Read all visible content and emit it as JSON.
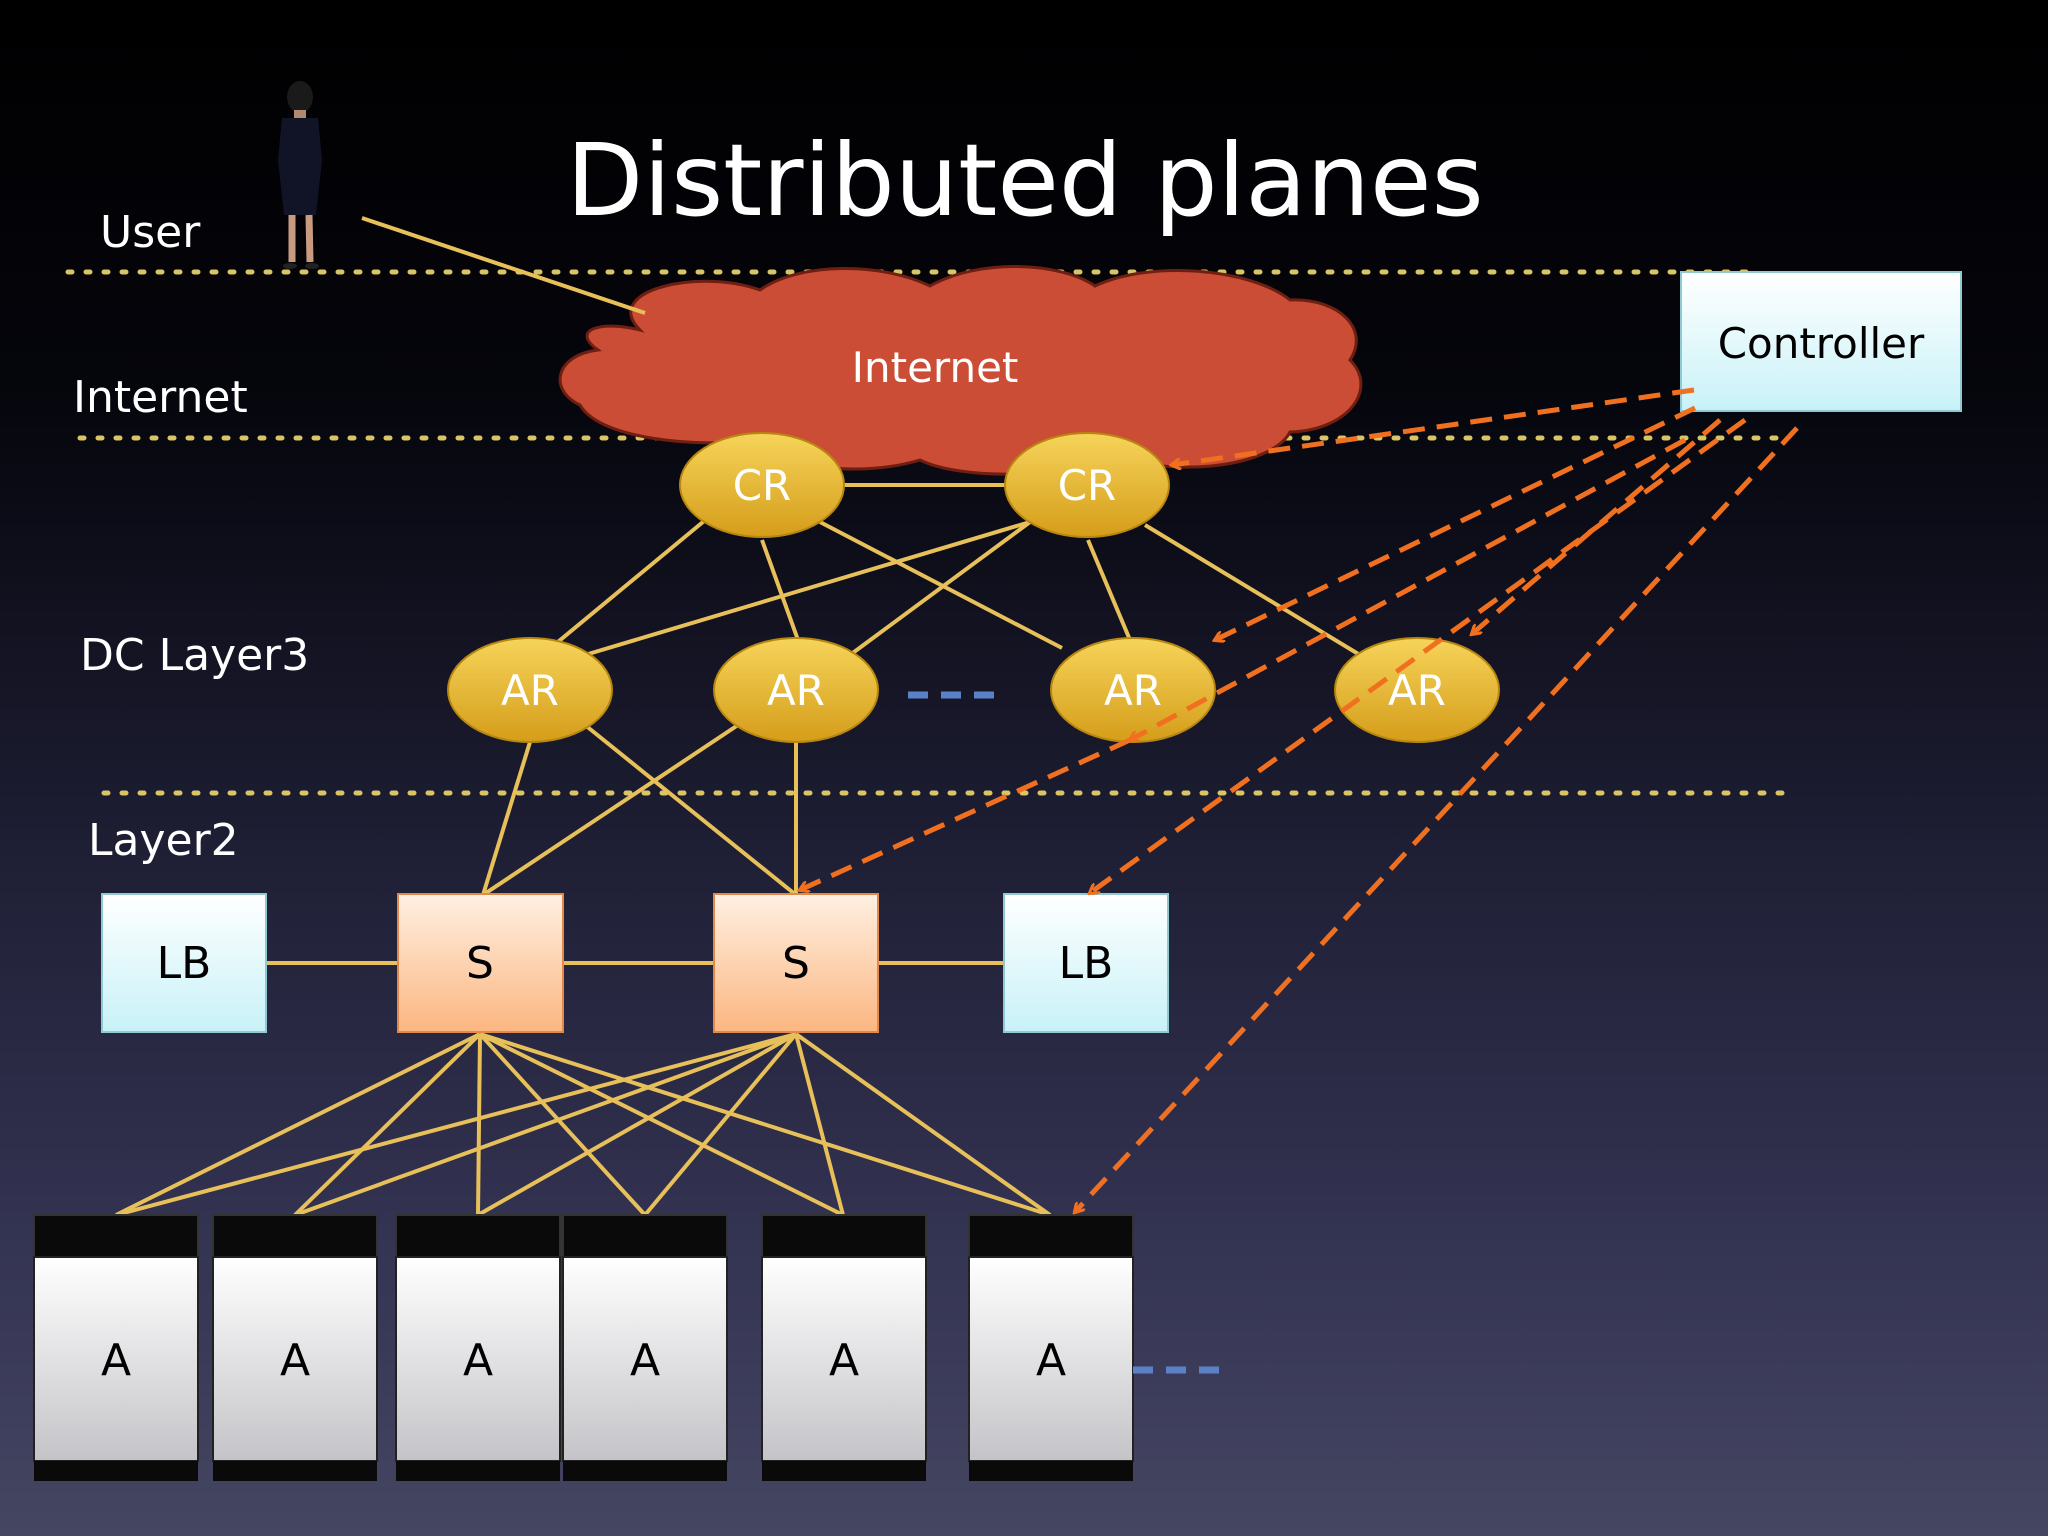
{
  "title": "Distributed planes",
  "layers": {
    "user": "User",
    "internet": "Internet",
    "dc_layer3": "DC Layer3",
    "layer2": "Layer2"
  },
  "cloud": {
    "label": "Internet"
  },
  "controller": {
    "label": "Controller"
  },
  "core_routers": [
    {
      "label": "CR"
    },
    {
      "label": "CR"
    }
  ],
  "access_routers": [
    {
      "label": "AR"
    },
    {
      "label": "AR"
    },
    {
      "label": "AR"
    },
    {
      "label": "AR"
    }
  ],
  "layer2_nodes": [
    {
      "label": "LB",
      "kind": "load-balancer"
    },
    {
      "label": "S",
      "kind": "switch"
    },
    {
      "label": "S",
      "kind": "switch"
    },
    {
      "label": "LB",
      "kind": "load-balancer"
    }
  ],
  "servers": [
    {
      "label": "A"
    },
    {
      "label": "A"
    },
    {
      "label": "A"
    },
    {
      "label": "A"
    },
    {
      "label": "A"
    },
    {
      "label": "A"
    }
  ],
  "colors": {
    "link": "#e8c05a",
    "control_link": "#f07020",
    "cloud": "#cc4d36",
    "router": "#e3b22c",
    "lb_box": "#d5f7fb",
    "switch_box": "#fdc99a",
    "ellipsis": "#5b82c8",
    "separator": "#d9c565"
  },
  "icons": {
    "user": "person-icon"
  }
}
